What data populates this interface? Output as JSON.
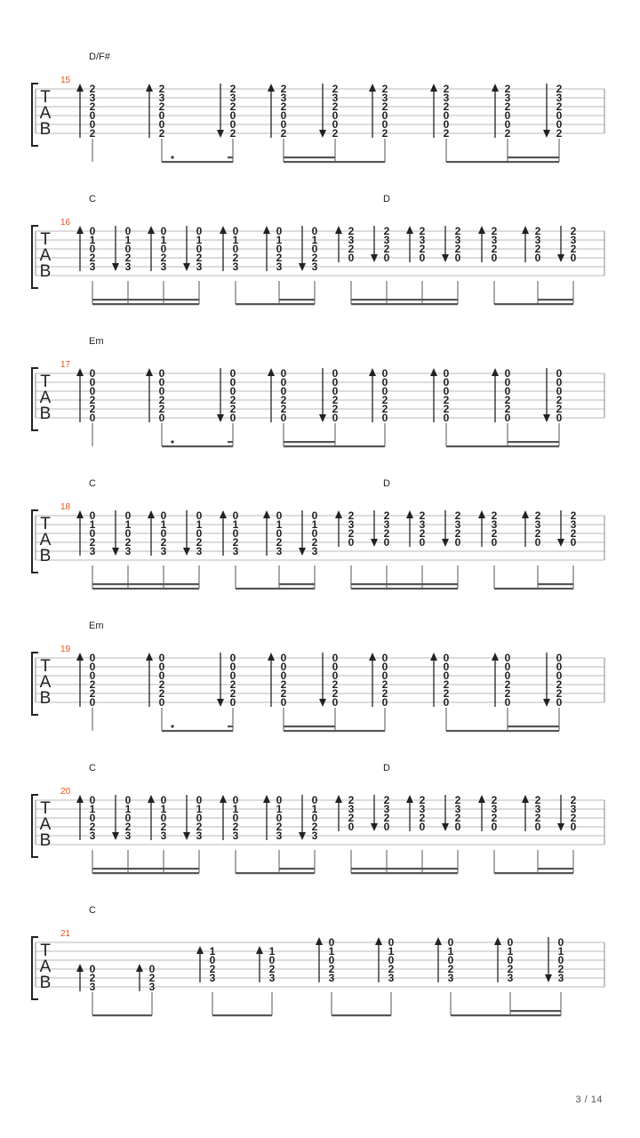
{
  "page": {
    "indicator": "3 / 14"
  },
  "tab_clef": [
    "T",
    "A",
    "B"
  ],
  "stroke_glyphs": {
    "up": "arrow-up-icon",
    "down": "arrow-down-icon"
  },
  "chord_shapes": {
    "D/F#": [
      "2",
      "3",
      "2",
      "0",
      "0",
      "2"
    ],
    "C": [
      "0",
      "1",
      "0",
      "2",
      "3",
      ""
    ],
    "D": [
      "2",
      "3",
      "2",
      "0",
      "",
      ""
    ],
    "Em": [
      "0",
      "0",
      "0",
      "2",
      "2",
      "0"
    ],
    "C_low": [
      "",
      "",
      "",
      "0",
      "2",
      "3"
    ],
    "C_mid": [
      "",
      "1",
      "0",
      "2",
      "3",
      ""
    ]
  },
  "systems": [
    {
      "measure": "15",
      "chord_labels": [
        {
          "name": "D/F#",
          "at": 0
        }
      ],
      "events": [
        {
          "shape": "D/F#",
          "stroke": "up",
          "bars": 0
        },
        {
          "shape": "D/F#",
          "stroke": "up",
          "bars": 1,
          "dot": true
        },
        {
          "shape": "D/F#",
          "stroke": "down",
          "bars": 1,
          "hook": true
        },
        {
          "shape": "D/F#",
          "stroke": "up",
          "bars": 2
        },
        {
          "shape": "D/F#",
          "stroke": "down",
          "bars": 2
        },
        {
          "shape": "D/F#",
          "stroke": "up",
          "bars": 1
        },
        {
          "shape": "D/F#",
          "stroke": "up",
          "bars": 1
        },
        {
          "shape": "D/F#",
          "stroke": "up",
          "bars": 2
        },
        {
          "shape": "D/F#",
          "stroke": "down",
          "bars": 2
        }
      ]
    },
    {
      "measure": "16",
      "chord_labels": [
        {
          "name": "C",
          "at": 0
        },
        {
          "name": "D",
          "at": 8
        }
      ],
      "events": [
        {
          "shape": "C",
          "stroke": "up",
          "bars": 2
        },
        {
          "shape": "C",
          "stroke": "down",
          "bars": 2
        },
        {
          "shape": "C",
          "stroke": "up",
          "bars": 2
        },
        {
          "shape": "C",
          "stroke": "down",
          "bars": 2
        },
        {
          "shape": "C",
          "stroke": "up",
          "bars": 1
        },
        {
          "shape": "C",
          "stroke": "up",
          "bars": 2
        },
        {
          "shape": "C",
          "stroke": "down",
          "bars": 2
        },
        {
          "shape": "D",
          "stroke": "up",
          "bars": 2
        },
        {
          "shape": "D",
          "stroke": "down",
          "bars": 2
        },
        {
          "shape": "D",
          "stroke": "up",
          "bars": 2
        },
        {
          "shape": "D",
          "stroke": "down",
          "bars": 2
        },
        {
          "shape": "D",
          "stroke": "up",
          "bars": 1
        },
        {
          "shape": "D",
          "stroke": "up",
          "bars": 2
        },
        {
          "shape": "D",
          "stroke": "down",
          "bars": 2
        }
      ]
    },
    {
      "measure": "17",
      "chord_labels": [
        {
          "name": "Em",
          "at": 0
        }
      ],
      "events": [
        {
          "shape": "Em",
          "stroke": "up",
          "bars": 0
        },
        {
          "shape": "Em",
          "stroke": "up",
          "bars": 1,
          "dot": true
        },
        {
          "shape": "Em",
          "stroke": "down",
          "bars": 1,
          "hook": true
        },
        {
          "shape": "Em",
          "stroke": "up",
          "bars": 2
        },
        {
          "shape": "Em",
          "stroke": "down",
          "bars": 2
        },
        {
          "shape": "Em",
          "stroke": "up",
          "bars": 1
        },
        {
          "shape": "Em",
          "stroke": "up",
          "bars": 1
        },
        {
          "shape": "Em",
          "stroke": "up",
          "bars": 2
        },
        {
          "shape": "Em",
          "stroke": "down",
          "bars": 2
        }
      ]
    },
    {
      "measure": "18",
      "chord_labels": [
        {
          "name": "C",
          "at": 0
        },
        {
          "name": "D",
          "at": 8
        }
      ],
      "events": [
        {
          "shape": "C",
          "stroke": "up",
          "bars": 2
        },
        {
          "shape": "C",
          "stroke": "down",
          "bars": 2
        },
        {
          "shape": "C",
          "stroke": "up",
          "bars": 2
        },
        {
          "shape": "C",
          "stroke": "down",
          "bars": 2
        },
        {
          "shape": "C",
          "stroke": "up",
          "bars": 1
        },
        {
          "shape": "C",
          "stroke": "up",
          "bars": 2
        },
        {
          "shape": "C",
          "stroke": "down",
          "bars": 2
        },
        {
          "shape": "D",
          "stroke": "up",
          "bars": 2
        },
        {
          "shape": "D",
          "stroke": "down",
          "bars": 2
        },
        {
          "shape": "D",
          "stroke": "up",
          "bars": 2
        },
        {
          "shape": "D",
          "stroke": "down",
          "bars": 2
        },
        {
          "shape": "D",
          "stroke": "up",
          "bars": 1
        },
        {
          "shape": "D",
          "stroke": "up",
          "bars": 2
        },
        {
          "shape": "D",
          "stroke": "down",
          "bars": 2
        }
      ]
    },
    {
      "measure": "19",
      "chord_labels": [
        {
          "name": "Em",
          "at": 0
        }
      ],
      "events": [
        {
          "shape": "Em",
          "stroke": "up",
          "bars": 0
        },
        {
          "shape": "Em",
          "stroke": "up",
          "bars": 1,
          "dot": true
        },
        {
          "shape": "Em",
          "stroke": "down",
          "bars": 1,
          "hook": true
        },
        {
          "shape": "Em",
          "stroke": "up",
          "bars": 2
        },
        {
          "shape": "Em",
          "stroke": "down",
          "bars": 2
        },
        {
          "shape": "Em",
          "stroke": "up",
          "bars": 1
        },
        {
          "shape": "Em",
          "stroke": "up",
          "bars": 1
        },
        {
          "shape": "Em",
          "stroke": "up",
          "bars": 2
        },
        {
          "shape": "Em",
          "stroke": "down",
          "bars": 2
        }
      ]
    },
    {
      "measure": "20",
      "chord_labels": [
        {
          "name": "C",
          "at": 0
        },
        {
          "name": "D",
          "at": 8
        }
      ],
      "events": [
        {
          "shape": "C",
          "stroke": "up",
          "bars": 2
        },
        {
          "shape": "C",
          "stroke": "down",
          "bars": 2
        },
        {
          "shape": "C",
          "stroke": "up",
          "bars": 2
        },
        {
          "shape": "C",
          "stroke": "down",
          "bars": 2
        },
        {
          "shape": "C",
          "stroke": "up",
          "bars": 1
        },
        {
          "shape": "C",
          "stroke": "up",
          "bars": 2
        },
        {
          "shape": "C",
          "stroke": "down",
          "bars": 2
        },
        {
          "shape": "D",
          "stroke": "up",
          "bars": 2
        },
        {
          "shape": "D",
          "stroke": "down",
          "bars": 2
        },
        {
          "shape": "D",
          "stroke": "up",
          "bars": 2
        },
        {
          "shape": "D",
          "stroke": "down",
          "bars": 2
        },
        {
          "shape": "D",
          "stroke": "up",
          "bars": 1
        },
        {
          "shape": "D",
          "stroke": "up",
          "bars": 2
        },
        {
          "shape": "D",
          "stroke": "down",
          "bars": 2
        }
      ]
    },
    {
      "measure": "21",
      "chord_labels": [
        {
          "name": "C",
          "at": 0
        }
      ],
      "events": [
        {
          "shape": "C_low",
          "stroke": "up",
          "bars": 1
        },
        {
          "shape": "C_low",
          "stroke": "up",
          "bars": 1
        },
        {
          "shape": "C_mid",
          "stroke": "up",
          "bars": 1
        },
        {
          "shape": "C_mid",
          "stroke": "up",
          "bars": 1
        },
        {
          "shape": "C",
          "stroke": "up",
          "bars": 1
        },
        {
          "shape": "C",
          "stroke": "up",
          "bars": 1
        },
        {
          "shape": "C",
          "stroke": "up",
          "bars": 1
        },
        {
          "shape": "C",
          "stroke": "up",
          "bars": 2
        },
        {
          "shape": "C",
          "stroke": "down",
          "bars": 2
        }
      ]
    }
  ]
}
